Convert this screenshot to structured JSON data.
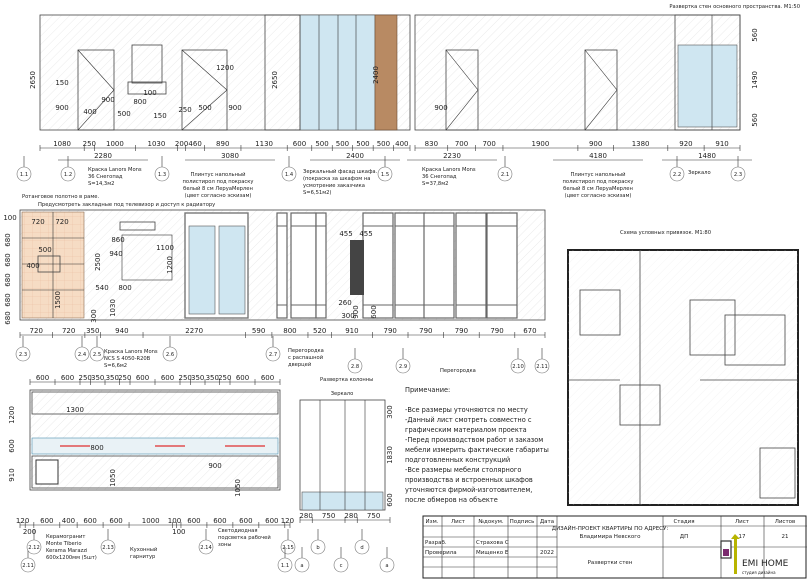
{
  "sheet": {
    "elev1_title": "Развертка стен основного пространства. М1:50",
    "plan_title": "Схема условных привязок. М1:80",
    "column_title": "Развертка колонны",
    "column_mirror": "Зеркало"
  },
  "dims": {
    "top_left": [
      "1080",
      "250",
      "1000",
      "1030",
      "200",
      "460",
      "890",
      "1130",
      "600",
      "500",
      "500",
      "500",
      "500",
      "400"
    ],
    "top_left_totals": [
      "2280",
      "3080",
      "2400"
    ],
    "top_right": [
      "830",
      "700",
      "700",
      "1900",
      "900",
      "1380",
      "920",
      "910"
    ],
    "top_right_totals": [
      "2230",
      "4180",
      "1480"
    ],
    "top_left_vertical": [
      "2650",
      "900",
      "150",
      "2400",
      "2650",
      "900",
      "100",
      "1200",
      "900",
      "500",
      "800",
      "150",
      "400",
      "250",
      "500"
    ],
    "top_right_vertical": [
      "560",
      "1490",
      "560",
      "900"
    ],
    "middle": [
      "720",
      "720",
      "350",
      "940",
      "2270",
      "590",
      "800",
      "520",
      "910",
      "790",
      "790",
      "790",
      "790",
      "670"
    ],
    "middle_vertical": [
      "100",
      "680",
      "680",
      "680",
      "680",
      "680",
      "720",
      "720",
      "500",
      "400",
      "1500",
      "860",
      "940",
      "1100",
      "1200",
      "2500",
      "540",
      "800",
      "1030",
      "300",
      "455",
      "455",
      "260",
      "300",
      "900",
      "600"
    ],
    "kitchen_top": [
      "600",
      "600",
      "250",
      "350",
      "350",
      "250",
      "600",
      "600",
      "250",
      "350",
      "350",
      "250",
      "600",
      "600"
    ],
    "kitchen_bottom": [
      "120",
      "200",
      "600",
      "400",
      "600",
      "600",
      "1000",
      "100",
      "100",
      "600",
      "600",
      "600",
      "600",
      "120"
    ],
    "kitchen_vertical": [
      "1200",
      "600",
      "910",
      "1300",
      "800",
      "900",
      "1050",
      "1050"
    ],
    "column_bottom": [
      "280",
      "750",
      "280",
      "750"
    ],
    "column_vertical": [
      "300",
      "1830",
      "600"
    ]
  },
  "axes": {
    "top": [
      "1.1",
      "1.2",
      "1.3",
      "1.4",
      "1.5",
      "2.1",
      "2.2",
      "2.3"
    ],
    "middle": [
      "2.3",
      "2.4",
      "2.5",
      "2.6",
      "2.7",
      "2.8",
      "2.9",
      "2.10",
      "2.11"
    ],
    "kitchen": [
      "2.11",
      "2.12",
      "2.13",
      "2.14",
      "2.15",
      "1.1"
    ],
    "column": [
      "a",
      "b",
      "c",
      "d",
      "a"
    ]
  },
  "callouts": {
    "paint_1": [
      "Краска Lanors Mons",
      "36 Снегопад",
      "S=14,3м2"
    ],
    "plinth_1": [
      "Плинтус напольный",
      "полистирол под покраску",
      "белый 8 см ЛеруаМерлен",
      "(цвет согласно эскизам)"
    ],
    "mirror_facade": [
      "Зеркальный фасад шкафа.",
      "(покраска за шкафом на",
      "усмотрение заказчика",
      "S=6,51м2)"
    ],
    "paint_2": [
      "Краска Lanors Mons",
      "36 Снегопад",
      "S=37,8м2"
    ],
    "plinth_2": [
      "Плинтус напольный",
      "полистирол под покраску",
      "белый 8 см ЛеруаМерлен",
      "(цвет согласно эскизам)"
    ],
    "mirror_2": "Зеркало",
    "rattan": [
      "Ротанговое полотно в раме.",
      "Предусмотреть закладные под телевизор и доступ к радиатору"
    ],
    "paint_3": [
      "Краска Lanors Mons",
      "NCS S 4050-R20B",
      "S=6,6м2"
    ],
    "partition_door": [
      "Перегородка",
      "с распашной",
      "дверцей"
    ],
    "partition": "Перегородка",
    "porcelain": [
      "Керамогранит",
      "Monte Tiberio",
      "Kerama Marazzi",
      "600х1200мм (5шт)"
    ],
    "kitchen_set": [
      "Кухонный",
      "гарнитур"
    ],
    "led": [
      "Светодиодная",
      "подсветка рабочей",
      "зоны"
    ]
  },
  "notes": {
    "title": "Примечание:",
    "lines": [
      "-Все размеры уточняются по месту",
      "-Данный лист смотреть совместно с",
      "графическим материалом проекта",
      "-Перед производством работ и заказом",
      "мебели измерить фактические габариты",
      "подготовленных конструкций",
      "-Все размеры мебели столярного",
      "производства и встроенных шкафов",
      " уточняются фирмой-изготовителем,",
      "после обмеров на объекте"
    ]
  },
  "title_block": {
    "headers": [
      "Изм.",
      "Лист",
      "№докум.",
      "Подпись",
      "Дата"
    ],
    "rows": [
      {
        "role": "Разраб.",
        "name": "Страхова С",
        "date": ""
      },
      {
        "role": "Проверила",
        "name": "Мищенко Е",
        "date": "2022"
      }
    ],
    "project": [
      "ДИЗАЙН-ПРОЕКТ КВАРТИРЫ ПО АДРЕСУ:",
      "Владимира Невского"
    ],
    "sheet_name": "Развертки стен",
    "stage_label": "Стадия",
    "sheet_label": "Лист",
    "sheets_label": "Листов",
    "stage": "ДП",
    "sheet": "17",
    "sheets": "21",
    "logo_text": "EMI HOME",
    "logo_sub": "студия дизайна"
  },
  "colors": {
    "glass": "#cfe6f1",
    "wood": "#f3d2b4",
    "logo_purple": "#7b2a6e",
    "logo_olive": "#b8b400"
  }
}
